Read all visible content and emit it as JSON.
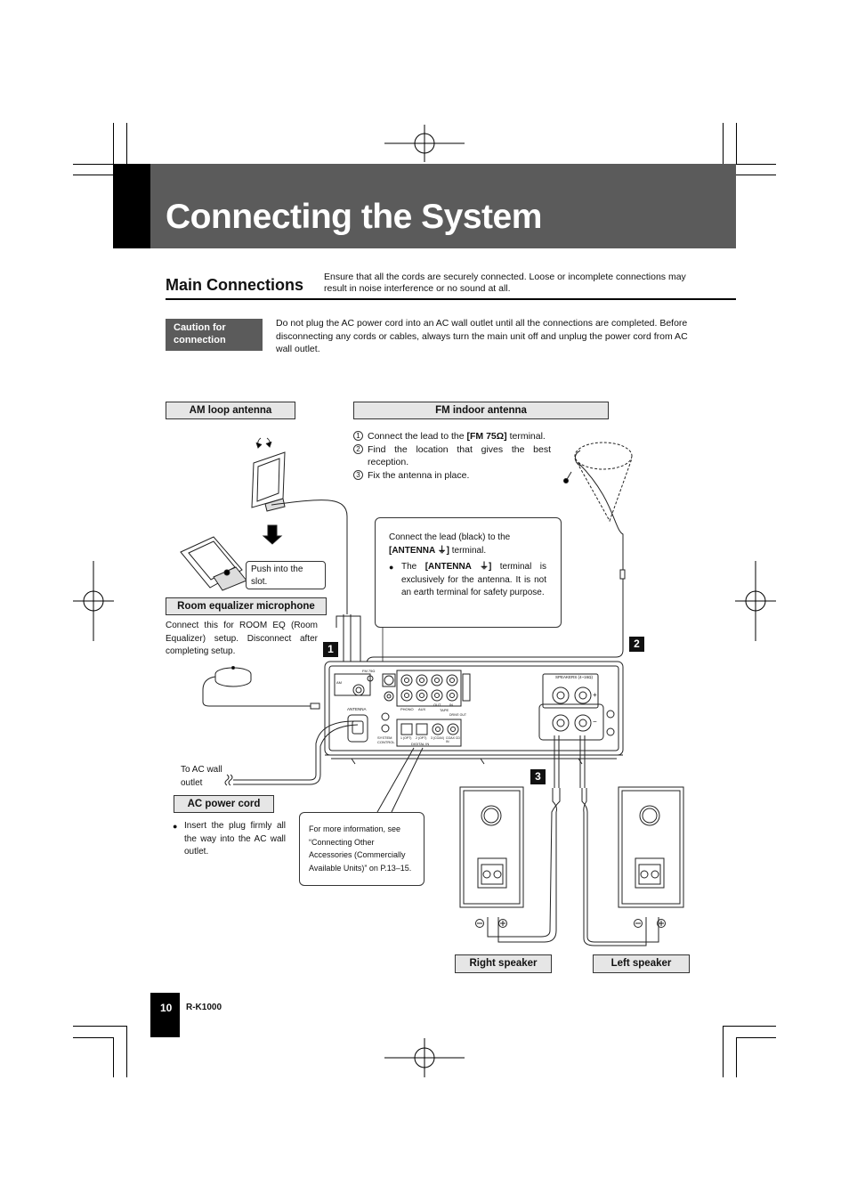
{
  "page": {
    "title": "Connecting the System",
    "page_number": "10",
    "model": "R-K1000"
  },
  "main_connections": {
    "heading": "Main Connections",
    "intro": "Ensure that all the cords are securely connected. Loose or incomplete connections may result in noise interference or no sound at all."
  },
  "caution": {
    "label": "Caution for connection",
    "text": "Do not plug the AC power cord into an AC wall outlet until all the connections are completed. Before disconnecting any cords or cables, always turn the main unit off and unplug the power cord from AC wall outlet."
  },
  "labels": {
    "am_loop": "AM loop antenna",
    "fm_indoor": "FM indoor antenna",
    "room_eq_mic": "Room equalizer microphone",
    "ac_power_cord": "AC power cord",
    "right_speaker": "Right speaker",
    "left_speaker": "Left speaker"
  },
  "fm_steps": [
    {
      "n": "1",
      "pre": "Connect the lead to the ",
      "bold": "[FM 75Ω]",
      "post": " terminal."
    },
    {
      "n": "2",
      "pre": "Find the location that gives the best reception.",
      "bold": "",
      "post": ""
    },
    {
      "n": "3",
      "pre": "Fix the antenna in place.",
      "bold": "",
      "post": ""
    }
  ],
  "antenna_callout": {
    "line1": "Connect the lead (black) to the",
    "line2_bold": "[ANTENNA ⏚]",
    "line2_post": " terminal.",
    "bullet_pre": "The ",
    "bullet_bold": "[ANTENNA ⏚]",
    "bullet_post": " terminal is exclusively for the antenna. It is not an earth terminal for safety purpose."
  },
  "push_into_slot": "Push into the slot.",
  "room_eq_text": "Connect this for ROOM EQ (Room Equalizer) setup. Disconnect after completing setup.",
  "to_ac_outlet": "To AC wall outlet",
  "ac_cord_bullet": "Insert the plug firmly all the way into the AC wall outlet.",
  "more_info": "For more information, see “Connecting Other Accessories (Commercially Available Units)” on P.13–15.",
  "step_badges": [
    "1",
    "2",
    "3"
  ],
  "unit_panel_labels": {
    "speakers": "SPEAKERS (4~16Ω)",
    "antenna": "ANTENNA",
    "fm": "FM 75Ω",
    "phono": "PHONO",
    "aux": "AUX",
    "out": "OUT",
    "in": "IN",
    "tape": "TAPE",
    "digital_in": "DIGITAL IN",
    "system_control": "SYSTEM CONTROL",
    "optical1": "1 (OPT)",
    "optical2": "2 (OPT)",
    "coax3": "3 (COAX)",
    "coax_cd": "COAX CD IN",
    "drive": "DRIVE OUT",
    "am": "AM",
    "plus": "+",
    "minus": "−"
  }
}
